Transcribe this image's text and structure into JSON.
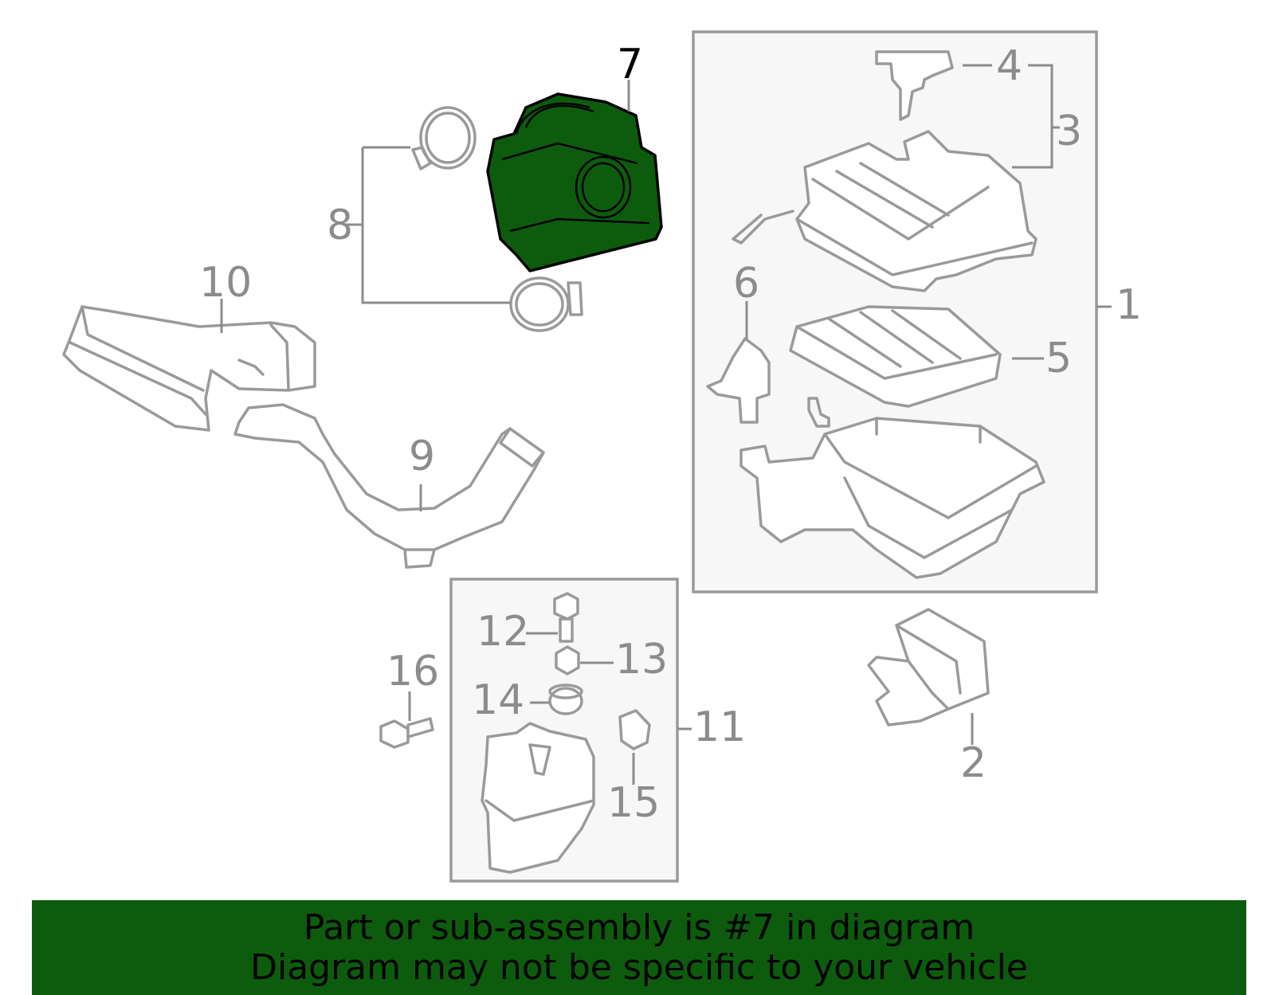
{
  "callouts": {
    "c1": "1",
    "c2": "2",
    "c3": "3",
    "c4": "4",
    "c5": "5",
    "c6": "6",
    "c7": "7",
    "c8": "8",
    "c9": "9",
    "c10": "10",
    "c11": "11",
    "c12": "12",
    "c13": "13",
    "c14": "14",
    "c15": "15",
    "c16": "16"
  },
  "highlight_color": "#0d5c0d",
  "banner": {
    "line1": "Part or sub-assembly is #7 in diagram",
    "line2": "Diagram may not be specific to your vehicle"
  }
}
